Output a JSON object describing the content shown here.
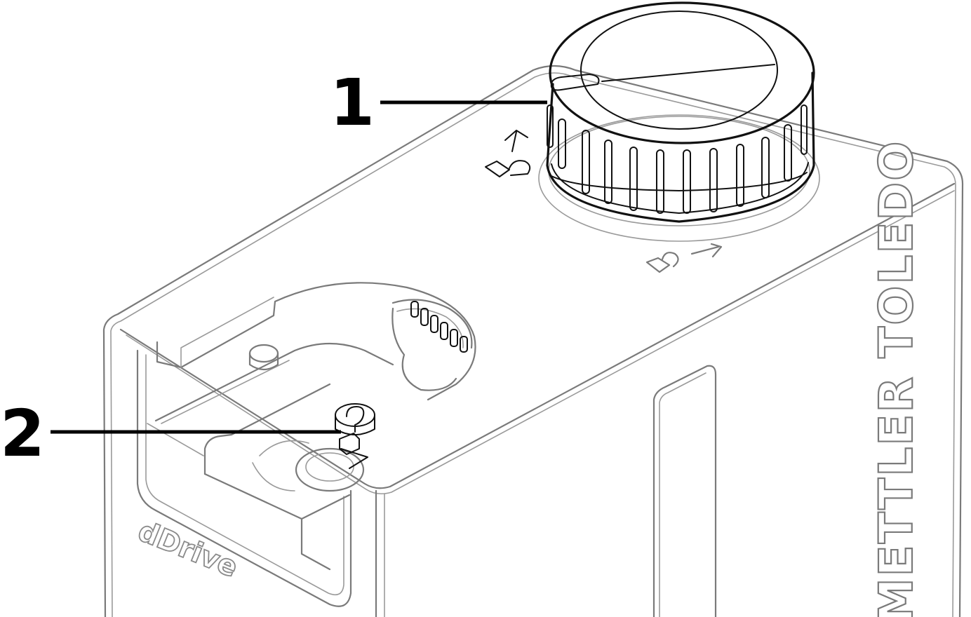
{
  "callouts": [
    {
      "number": "1",
      "target": "lid knob"
    },
    {
      "number": "2",
      "target": "coupling pin"
    }
  ],
  "labels": {
    "model": "dDrive",
    "brand": "METTLER TOLEDO"
  },
  "icons": [
    "unlock-rotate-icon",
    "lock-rotate-icon"
  ],
  "colors": {
    "outline": "#7a7a7a",
    "knob": "#111111",
    "background": "#ffffff"
  }
}
